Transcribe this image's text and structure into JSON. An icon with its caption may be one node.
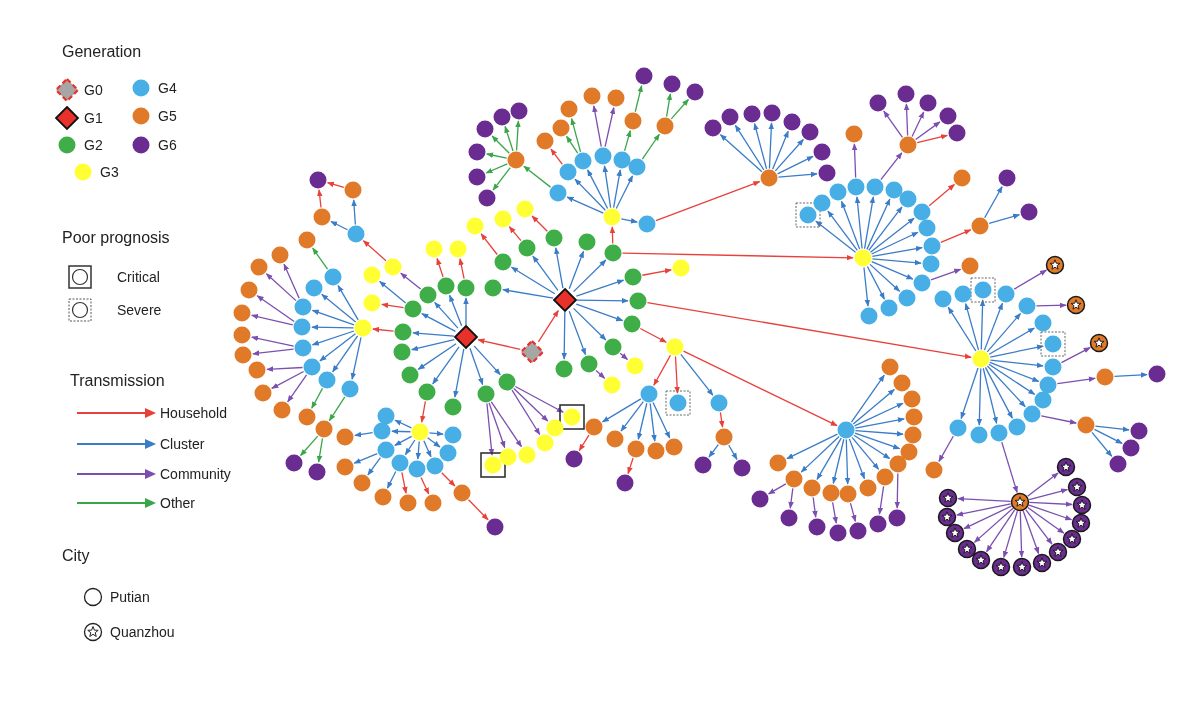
{
  "diagram": {
    "nodes": [
      {
        "text": [],
        "shape": "diamond"
      },
      {
        "text": [],
        "shape": "diamond"
      },
      {
        "text": [],
        "shape": "diamond"
      },
      {
        "text": [],
        "shape": "circle"
      },
      {
        "text": [],
        "shape": "circle"
      },
      {
        "text": [],
        "shape": "circle"
      },
      {
        "text": [],
        "shape": "circle"
      },
      {
        "text": [],
        "shape": "circle"
      },
      {
        "text": [],
        "shape": "circle"
      },
      {
        "text": [],
        "shape": "circle"
      },
      {
        "text": [],
        "shape": "circle"
      },
      {
        "text": [],
        "shape": "circle"
      },
      {
        "text": [],
        "shape": "circle"
      },
      {
        "text": [],
        "shape": "circle"
      },
      {
        "text": [],
        "shape": "circle"
      },
      {
        "text": [],
        "shape": "circle"
      },
      {
        "text": [],
        "shape": "circle"
      },
      {
        "text": [],
        "shape": "circle"
      },
      {
        "text": [],
        "shape": "circle"
      },
      {
        "text": [],
        "shape": "circle"
      },
      {
        "text": [],
        "shape": "circle"
      },
      {
        "text": [],
        "shape": "circle"
      },
      {
        "text": [],
        "shape": "circle"
      },
      {
        "text": [],
        "shape": "circle"
      },
      {
        "text": [],
        "shape": "circle"
      },
      {
        "text": [],
        "shape": "circle"
      },
      {
        "text": [],
        "shape": "circle"
      },
      {
        "text": [],
        "shape": "circle"
      },
      {
        "text": [],
        "shape": "circle"
      },
      {
        "text": [],
        "shape": "circle"
      },
      {
        "text": [],
        "shape": "circle"
      },
      {
        "text": [],
        "shape": "circle"
      },
      {
        "text": [],
        "shape": "circle"
      },
      {
        "text": [],
        "shape": "circle"
      },
      {
        "text": [],
        "shape": "circle"
      },
      {
        "text": [],
        "shape": "circle"
      },
      {
        "text": [],
        "shape": "circle"
      },
      {
        "text": [],
        "shape": "circle"
      },
      {
        "text": [],
        "shape": "circle"
      },
      {
        "text": [],
        "shape": "circle"
      },
      {
        "text": [],
        "shape": "circle"
      },
      {
        "text": [],
        "shape": "circle"
      },
      {
        "text": [],
        "shape": "circle"
      },
      {
        "text": [],
        "shape": "circle"
      },
      {
        "text": [],
        "shape": "circle"
      },
      {
        "text": [],
        "shape": "circle"
      },
      {
        "text": [],
        "shape": "circle"
      },
      {
        "text": [],
        "shape": "circle"
      },
      {
        "text": [],
        "shape": "circle"
      },
      {
        "text": [],
        "shape": "circle"
      },
      {
        "text": [],
        "shape": "circle"
      },
      {
        "text": [],
        "shape": "circle"
      },
      {
        "text": [],
        "shape": "circle"
      },
      {
        "text": [],
        "shape": "circle"
      },
      {
        "text": [],
        "shape": "circle"
      },
      {
        "text": [],
        "shape": "circle"
      },
      {
        "text": [],
        "shape": "circle"
      },
      {
        "text": [],
        "shape": "circle"
      },
      {
        "text": [],
        "shape": "circle"
      },
      {
        "text": [],
        "shape": "circle"
      },
      {
        "text": [],
        "shape": "circle"
      },
      {
        "text": [],
        "shape": "circle"
      },
      {
        "text": [],
        "shape": "circle"
      },
      {
        "text": [],
        "shape": "circle"
      },
      {
        "text": [],
        "shape": "circle"
      },
      {
        "text": [],
        "shape": "circle"
      },
      {
        "text": [],
        "shape": "circle"
      },
      {
        "text": [],
        "shape": "circle"
      },
      {
        "text": [],
        "shape": "circle"
      },
      {
        "text": [],
        "shape": "circle"
      },
      {
        "text": [],
        "shape": "circle"
      },
      {
        "text": [],
        "shape": "circle"
      },
      {
        "text": [],
        "shape": "circle"
      },
      {
        "text": [],
        "shape": "circle"
      },
      {
        "text": [],
        "shape": "circle"
      },
      {
        "text": [],
        "shape": "circle"
      },
      {
        "text": [],
        "shape": "circle"
      },
      {
        "text": [],
        "shape": "circle"
      },
      {
        "text": [],
        "shape": "circle"
      },
      {
        "text": [],
        "shape": "circle"
      },
      {
        "text": [],
        "shape": "circle"
      },
      {
        "text": [],
        "shape": "circle"
      },
      {
        "text": [],
        "shape": "circle"
      },
      {
        "text": [],
        "shape": "circle"
      },
      {
        "text": [],
        "shape": "circle"
      },
      {
        "text": [],
        "shape": "circle"
      },
      {
        "text": [],
        "shape": "circle"
      },
      {
        "text": [],
        "shape": "circle"
      },
      {
        "text": [],
        "shape": "circle"
      },
      {
        "text": [],
        "shape": "circle"
      },
      {
        "text": [],
        "shape": "circle"
      },
      {
        "text": [],
        "shape": "circle"
      },
      {
        "text": [],
        "shape": "circle"
      },
      {
        "text": [],
        "shape": "circle"
      },
      {
        "text": [],
        "shape": "circle"
      },
      {
        "text": [],
        "shape": "circle"
      },
      {
        "text": [],
        "shape": "circle"
      },
      {
        "text": [],
        "shape": "circle"
      },
      {
        "text": [],
        "shape": "circle"
      },
      {
        "text": [],
        "shape": "circle"
      },
      {
        "text": [],
        "shape": "circle"
      },
      {
        "text": [],
        "shape": "circle"
      },
      {
        "text": [],
        "shape": "circle"
      },
      {
        "text": [],
        "shape": "circle"
      },
      {
        "text": [],
        "shape": "circle"
      },
      {
        "text": [],
        "shape": "circle"
      },
      {
        "text": [],
        "shape": "circle"
      },
      {
        "text": [],
        "shape": "circle"
      },
      {
        "text": [],
        "shape": "circle"
      },
      {
        "text": [],
        "shape": "circle"
      },
      {
        "text": [],
        "shape": "circle"
      },
      {
        "text": [],
        "shape": "circle"
      },
      {
        "text": [],
        "shape": "circle"
      },
      {
        "text": [],
        "shape": "circle"
      },
      {
        "text": [],
        "shape": "circle"
      },
      {
        "text": [],
        "shape": "circle"
      },
      {
        "text": [],
        "shape": "circle"
      },
      {
        "text": [],
        "shape": "circle"
      },
      {
        "text": [],
        "shape": "circle"
      },
      {
        "text": [],
        "shape": "circle"
      },
      {
        "text": [],
        "shape": "circle"
      },
      {
        "text": [],
        "shape": "circle"
      },
      {
        "text": [],
        "shape": "circle"
      },
      {
        "text": [],
        "shape": "circle"
      },
      {
        "text": [],
        "shape": "circle"
      },
      {
        "text": [],
        "shape": "circle"
      },
      {
        "text": [],
        "shape": "circle"
      },
      {
        "text": [],
        "shape": "circle"
      },
      {
        "text": [],
        "shape": "circle"
      },
      {
        "text": [],
        "shape": "circle"
      },
      {
        "text": [],
        "shape": "circle"
      },
      {
        "text": [],
        "shape": "circle"
      },
      {
        "text": [],
        "shape": "circle"
      },
      {
        "text": [],
        "shape": "circle"
      },
      {
        "text": [],
        "shape": "circle"
      },
      {
        "text": [],
        "shape": "circle"
      },
      {
        "text": [],
        "shape": "circle"
      },
      {
        "text": [],
        "shape": "circle"
      },
      {
        "text": [],
        "shape": "circle"
      },
      {
        "text": [],
        "shape": "circle"
      },
      {
        "text": [],
        "shape": "circle"
      },
      {
        "text": [],
        "shape": "circle"
      },
      {
        "text": [],
        "shape": "circle"
      },
      {
        "text": [],
        "shape": "circle"
      },
      {
        "text": [],
        "shape": "circle"
      },
      {
        "text": [],
        "shape": "circle"
      },
      {
        "text": [],
        "shape": "circle"
      },
      {
        "text": [],
        "shape": "circle"
      },
      {
        "text": [],
        "shape": "circle"
      },
      {
        "text": [],
        "shape": "circle"
      },
      {
        "text": [],
        "shape": "circle"
      },
      {
        "text": [],
        "shape": "circle"
      },
      {
        "text": [],
        "shape": "circle"
      },
      {
        "text": [],
        "shape": "circle"
      },
      {
        "text": [],
        "shape": "circle"
      },
      {
        "text": [],
        "shape": "circle"
      },
      {
        "text": [],
        "shape": "circle"
      },
      {
        "text": [],
        "shape": "circle"
      },
      {
        "text": [],
        "shape": "circle"
      },
      {
        "text": [],
        "shape": "circle"
      },
      {
        "text": [],
        "shape": "circle"
      },
      {
        "text": [],
        "shape": "circle"
      },
      {
        "text": [],
        "shape": "circle"
      },
      {
        "text": [],
        "shape": "circle"
      },
      {
        "text": [],
        "shape": "circle"
      },
      {
        "text": [],
        "shape": "circle"
      },
      {
        "text": [],
        "shape": "circle"
      },
      {
        "text": [],
        "shape": "circle"
      },
      {
        "text": [],
        "shape": "circle"
      },
      {
        "text": [],
        "shape": "circle"
      },
      {
        "text": [],
        "shape": "circle"
      },
      {
        "text": [],
        "shape": "circle"
      },
      {
        "text": [],
        "shape": "circle"
      },
      {
        "text": [],
        "shape": "circle"
      },
      {
        "text": [],
        "shape": "circle"
      },
      {
        "text": [],
        "shape": "circle"
      },
      {
        "text": [],
        "shape": "circle"
      },
      {
        "text": [],
        "shape": "circle"
      },
      {
        "text": [],
        "shape": "circle"
      },
      {
        "text": [],
        "shape": "circle"
      },
      {
        "text": [],
        "shape": "circle"
      },
      {
        "text": [],
        "shape": "circle"
      },
      {
        "text": [],
        "shape": "circle"
      },
      {
        "text": [],
        "shape": "circle"
      },
      {
        "text": [],
        "shape": "circle"
      },
      {
        "text": [],
        "shape": "circle"
      },
      {
        "text": [],
        "shape": "circle"
      },
      {
        "text": [],
        "shape": "circle"
      },
      {
        "text": [],
        "shape": "circle"
      },
      {
        "text": [],
        "shape": "circle"
      },
      {
        "text": [],
        "shape": "circle"
      },
      {
        "text": [],
        "shape": "circle"
      },
      {
        "text": [],
        "shape": "circle"
      },
      {
        "text": [],
        "shape": "circle"
      },
      {
        "text": [],
        "shape": "circle"
      },
      {
        "text": [],
        "shape": "circle"
      },
      {
        "text": [],
        "shape": "circle"
      },
      {
        "text": [],
        "shape": "circle"
      },
      {
        "text": [],
        "shape": "circle"
      },
      {
        "text": [],
        "shape": "circle"
      },
      {
        "text": [],
        "shape": "circle"
      },
      {
        "text": [],
        "shape": "circle"
      },
      {
        "text": [],
        "shape": "circle"
      },
      {
        "text": [],
        "shape": "circle"
      },
      {
        "text": [],
        "shape": "circle"
      },
      {
        "text": [],
        "shape": "circle"
      },
      {
        "text": [],
        "shape": "circle"
      },
      {
        "text": [],
        "shape": "circle"
      },
      {
        "text": [],
        "shape": "circle"
      },
      {
        "text": [],
        "shape": "circle"
      },
      {
        "text": [],
        "shape": "circle"
      },
      {
        "text": [],
        "shape": "circle"
      },
      {
        "text": [],
        "shape": "circle"
      },
      {
        "text": [],
        "shape": "circle"
      },
      {
        "text": [],
        "shape": "circle"
      },
      {
        "text": [],
        "shape": "circle"
      },
      {
        "text": [],
        "shape": "circle"
      },
      {
        "text": [],
        "shape": "circle"
      },
      {
        "text": [],
        "shape": "circle"
      },
      {
        "text": [],
        "shape": "circle"
      },
      {
        "text": [],
        "shape": "circle"
      },
      {
        "text": [],
        "shape": "circle"
      },
      {
        "text": [],
        "shape": "circle"
      },
      {
        "text": [],
        "shape": "circle"
      },
      {
        "text": [],
        "shape": "circle"
      },
      {
        "text": [],
        "shape": "circle"
      }
    ],
    "edges": [
      {
        "from": 0,
        "to": 1,
        "arrow": "to",
        "color": "#e8413b"
      },
      {
        "from": 0,
        "to": 2,
        "arrow": "to",
        "color": "#e8413b"
      },
      {
        "from": 1,
        "to": 3,
        "arrow": "to"
      },
      {
        "from": 1,
        "to": 4,
        "arrow": "to"
      },
      {
        "from": 1,
        "to": 5,
        "arrow": "to"
      },
      {
        "from": 1,
        "to": 6,
        "arrow": "to"
      },
      {
        "from": 1,
        "to": 7,
        "arrow": "to"
      },
      {
        "from": 1,
        "to": 8,
        "arrow": "to"
      },
      {
        "from": 1,
        "to": 9,
        "arrow": "to"
      },
      {
        "from": 1,
        "to": 10,
        "arrow": "to"
      },
      {
        "from": 1,
        "to": 11,
        "arrow": "to"
      },
      {
        "from": 1,
        "to": 12,
        "arrow": "to"
      },
      {
        "from": 1,
        "to": 13,
        "arrow": "to"
      },
      {
        "from": 4,
        "to": 14,
        "arrow": "to",
        "color": "#e8413b"
      },
      {
        "from": 5,
        "to": 15,
        "arrow": "to",
        "color": "#e8413b"
      },
      {
        "from": 3,
        "to": 16,
        "arrow": "to",
        "color": "#7b4fb0"
      },
      {
        "from": 6,
        "to": 17,
        "arrow": "to"
      },
      {
        "from": 6,
        "to": 18,
        "arrow": "to",
        "color": "#e8413b"
      },
      {
        "from": 7,
        "to": 19,
        "arrow": "to",
        "color": "#e8413b"
      },
      {
        "from": 10,
        "to": 20,
        "arrow": "to",
        "color": "#e8413b"
      },
      {
        "from": 12,
        "to": 21,
        "arrow": "to",
        "color": "#7b4fb0"
      },
      {
        "from": 12,
        "to": 22,
        "arrow": "to",
        "color": "#7b4fb0"
      },
      {
        "from": 12,
        "to": 23,
        "arrow": "to",
        "color": "#7b4fb0"
      },
      {
        "from": 13,
        "to": 24,
        "arrow": "to",
        "color": "#7b4fb0"
      },
      {
        "from": 13,
        "to": 25,
        "arrow": "to",
        "color": "#7b4fb0"
      },
      {
        "from": 13,
        "to": 26,
        "arrow": "to",
        "color": "#7b4fb0"
      },
      {
        "from": 16,
        "to": 27,
        "arrow": "to",
        "color": "#e8413b"
      },
      {
        "from": 27,
        "to": 28,
        "arrow": "to"
      },
      {
        "from": 27,
        "to": 29,
        "arrow": "to"
      },
      {
        "from": 28,
        "to": 30,
        "arrow": "to",
        "color": "#e8413b"
      },
      {
        "from": 29,
        "to": 30,
        "arrow": "to",
        "color": "#e8413b"
      },
      {
        "from": 19,
        "to": 31,
        "arrow": "to"
      },
      {
        "from": 19,
        "to": 32,
        "arrow": "to"
      },
      {
        "from": 19,
        "to": 33,
        "arrow": "to"
      },
      {
        "from": 19,
        "to": 34,
        "arrow": "to"
      },
      {
        "from": 19,
        "to": 35,
        "arrow": "to"
      },
      {
        "from": 19,
        "to": 36,
        "arrow": "to"
      },
      {
        "from": 19,
        "to": 37,
        "arrow": "to"
      },
      {
        "from": 19,
        "to": 38,
        "arrow": "to"
      },
      {
        "from": 31,
        "to": 39,
        "arrow": "to",
        "color": "#3aa64a"
      },
      {
        "from": 33,
        "to": 40,
        "arrow": "to",
        "color": "#7b4fb0"
      },
      {
        "from": 33,
        "to": 41,
        "arrow": "to",
        "color": "#7b4fb0"
      },
      {
        "from": 34,
        "to": 42,
        "arrow": "to",
        "color": "#7b4fb0"
      },
      {
        "from": 34,
        "to": 43,
        "arrow": "to",
        "color": "#7b4fb0"
      },
      {
        "from": 35,
        "to": 44,
        "arrow": "to",
        "color": "#7b4fb0"
      },
      {
        "from": 35,
        "to": 45,
        "arrow": "to",
        "color": "#7b4fb0"
      },
      {
        "from": 36,
        "to": 46,
        "arrow": "to",
        "color": "#7b4fb0"
      },
      {
        "from": 36,
        "to": 47,
        "arrow": "to",
        "color": "#7b4fb0"
      },
      {
        "from": 36,
        "to": 48,
        "arrow": "to",
        "color": "#7b4fb0"
      },
      {
        "from": 37,
        "to": 49,
        "arrow": "to",
        "color": "#3aa64a"
      },
      {
        "from": 38,
        "to": 50,
        "arrow": "to",
        "color": "#3aa64a"
      },
      {
        "from": 50,
        "to": 51,
        "arrow": "to",
        "color": "#3aa64a"
      },
      {
        "from": 50,
        "to": 52,
        "arrow": "to",
        "color": "#3aa64a"
      },
      {
        "from": 20,
        "to": 53,
        "arrow": "to"
      },
      {
        "from": 20,
        "to": 54,
        "arrow": "to"
      },
      {
        "from": 20,
        "to": 55,
        "arrow": "to"
      },
      {
        "from": 20,
        "to": 56,
        "arrow": "to"
      },
      {
        "from": 20,
        "to": 57,
        "arrow": "to"
      },
      {
        "from": 20,
        "to": 58,
        "arrow": "to"
      },
      {
        "from": 20,
        "to": 59,
        "arrow": "to"
      },
      {
        "from": 20,
        "to": 60,
        "arrow": "to"
      },
      {
        "from": 54,
        "to": 61,
        "arrow": "to"
      },
      {
        "from": 55,
        "to": 62,
        "arrow": "to"
      },
      {
        "from": 55,
        "to": 63,
        "arrow": "to"
      },
      {
        "from": 56,
        "to": 64,
        "arrow": "to"
      },
      {
        "from": 56,
        "to": 65,
        "arrow": "to",
        "color": "#e8413b"
      },
      {
        "from": 57,
        "to": 66,
        "arrow": "to",
        "color": "#e8413b"
      },
      {
        "from": 58,
        "to": 67,
        "arrow": "to",
        "color": "#e8413b"
      },
      {
        "from": 67,
        "to": 68,
        "arrow": "to",
        "color": "#e8413b"
      },
      {
        "from": 2,
        "to": 69,
        "arrow": "to"
      },
      {
        "from": 2,
        "to": 70,
        "arrow": "to"
      },
      {
        "from": 2,
        "to": 71,
        "arrow": "to"
      },
      {
        "from": 2,
        "to": 72,
        "arrow": "to"
      },
      {
        "from": 2,
        "to": 73,
        "arrow": "to"
      },
      {
        "from": 2,
        "to": 74,
        "arrow": "to"
      },
      {
        "from": 2,
        "to": 75,
        "arrow": "to"
      },
      {
        "from": 2,
        "to": 76,
        "arrow": "to"
      },
      {
        "from": 2,
        "to": 77,
        "arrow": "to"
      },
      {
        "from": 2,
        "to": 78,
        "arrow": "to"
      },
      {
        "from": 2,
        "to": 79,
        "arrow": "to"
      },
      {
        "from": 2,
        "to": 80,
        "arrow": "to"
      },
      {
        "from": 70,
        "to": 81,
        "arrow": "to",
        "color": "#e8413b"
      },
      {
        "from": 71,
        "to": 82,
        "arrow": "to",
        "color": "#e8413b"
      },
      {
        "from": 72,
        "to": 83,
        "arrow": "to",
        "color": "#e8413b"
      },
      {
        "from": 74,
        "to": 84,
        "arrow": "to",
        "color": "#e8413b"
      },
      {
        "from": 74,
        "to": 85,
        "arrow": "to",
        "color": "#e8413b"
      },
      {
        "from": 75,
        "to": 86,
        "arrow": "to",
        "color": "#e8413b"
      },
      {
        "from": 76,
        "to": 87,
        "arrow": "to",
        "color": "#e8413b"
      },
      {
        "from": 77,
        "to": 88,
        "arrow": "to",
        "color": "#e8413b"
      },
      {
        "from": 78,
        "to": 89,
        "arrow": "to",
        "color": "#7b4fb0"
      },
      {
        "from": 79,
        "to": 90,
        "arrow": "to",
        "color": "#7b4fb0"
      },
      {
        "from": 88,
        "to": 91,
        "arrow": "to",
        "color": "#e8413b"
      },
      {
        "from": 88,
        "to": 92,
        "arrow": "to",
        "color": "#e8413b"
      },
      {
        "from": 88,
        "to": 93,
        "arrow": "to"
      },
      {
        "from": 88,
        "to": 94,
        "arrow": "to",
        "color": "#e8413b"
      },
      {
        "from": 91,
        "to": 95,
        "arrow": "to"
      },
      {
        "from": 91,
        "to": 96,
        "arrow": "to"
      },
      {
        "from": 91,
        "to": 97,
        "arrow": "to"
      },
      {
        "from": 91,
        "to": 98,
        "arrow": "to"
      },
      {
        "from": 91,
        "to": 99,
        "arrow": "to"
      },
      {
        "from": 95,
        "to": 100,
        "arrow": "to",
        "color": "#e8413b"
      },
      {
        "from": 97,
        "to": 101,
        "arrow": "to",
        "color": "#e8413b"
      },
      {
        "from": 93,
        "to": 102,
        "arrow": "to",
        "color": "#e8413b"
      },
      {
        "from": 102,
        "to": 103,
        "arrow": "to"
      },
      {
        "from": 102,
        "to": 104,
        "arrow": "to"
      },
      {
        "from": 94,
        "to": 105,
        "arrow": "to"
      },
      {
        "from": 94,
        "to": 106,
        "arrow": "to"
      },
      {
        "from": 94,
        "to": 107,
        "arrow": "to"
      },
      {
        "from": 94,
        "to": 108,
        "arrow": "to"
      },
      {
        "from": 94,
        "to": 109,
        "arrow": "to"
      },
      {
        "from": 94,
        "to": 110,
        "arrow": "to"
      },
      {
        "from": 94,
        "to": 111,
        "arrow": "to"
      },
      {
        "from": 94,
        "to": 112,
        "arrow": "to"
      },
      {
        "from": 94,
        "to": 113,
        "arrow": "to"
      },
      {
        "from": 94,
        "to": 114,
        "arrow": "to"
      },
      {
        "from": 94,
        "to": 115,
        "arrow": "to"
      },
      {
        "from": 94,
        "to": 116,
        "arrow": "to"
      },
      {
        "from": 94,
        "to": 117,
        "arrow": "to"
      },
      {
        "from": 94,
        "to": 118,
        "arrow": "to"
      },
      {
        "from": 117,
        "to": 119,
        "arrow": "to",
        "color": "#7b4fb0"
      },
      {
        "from": 117,
        "to": 120,
        "arrow": "to",
        "color": "#7b4fb0"
      },
      {
        "from": 116,
        "to": 121,
        "arrow": "to",
        "color": "#7b4fb0"
      },
      {
        "from": 115,
        "to": 122,
        "arrow": "to",
        "color": "#7b4fb0"
      },
      {
        "from": 114,
        "to": 123,
        "arrow": "to",
        "color": "#7b4fb0"
      },
      {
        "from": 112,
        "to": 124,
        "arrow": "to",
        "color": "#7b4fb0"
      },
      {
        "from": 111,
        "to": 125,
        "arrow": "to",
        "color": "#7b4fb0"
      },
      {
        "from": 84,
        "to": 126,
        "arrow": "to"
      },
      {
        "from": 84,
        "to": 127,
        "arrow": "to"
      },
      {
        "from": 84,
        "to": 128,
        "arrow": "to"
      },
      {
        "from": 84,
        "to": 129,
        "arrow": "to"
      },
      {
        "from": 84,
        "to": 130,
        "arrow": "to"
      },
      {
        "from": 84,
        "to": 131,
        "arrow": "to"
      },
      {
        "from": 84,
        "to": 132,
        "arrow": "to"
      },
      {
        "from": 126,
        "to": 133,
        "arrow": "to",
        "color": "#3aa64a"
      },
      {
        "from": 127,
        "to": 134,
        "arrow": "to",
        "color": "#e8413b"
      },
      {
        "from": 128,
        "to": 135,
        "arrow": "to",
        "color": "#3aa64a"
      },
      {
        "from": 128,
        "to": 136,
        "arrow": "to",
        "color": "#3aa64a"
      },
      {
        "from": 129,
        "to": 137,
        "arrow": "to",
        "color": "#7b4fb0"
      },
      {
        "from": 129,
        "to": 138,
        "arrow": "to",
        "color": "#7b4fb0"
      },
      {
        "from": 130,
        "to": 139,
        "arrow": "to",
        "color": "#3aa64a"
      },
      {
        "from": 131,
        "to": 140,
        "arrow": "to",
        "color": "#3aa64a"
      },
      {
        "from": 132,
        "to": 141,
        "arrow": "to",
        "color": "#e8413b"
      },
      {
        "from": 133,
        "to": 142,
        "arrow": "to",
        "color": "#3aa64a"
      },
      {
        "from": 133,
        "to": 143,
        "arrow": "to",
        "color": "#3aa64a"
      },
      {
        "from": 133,
        "to": 144,
        "arrow": "to",
        "color": "#3aa64a"
      },
      {
        "from": 133,
        "to": 145,
        "arrow": "to",
        "color": "#3aa64a"
      },
      {
        "from": 133,
        "to": 146,
        "arrow": "to",
        "color": "#3aa64a"
      },
      {
        "from": 133,
        "to": 147,
        "arrow": "to",
        "color": "#3aa64a"
      },
      {
        "from": 139,
        "to": 148,
        "arrow": "to",
        "color": "#3aa64a"
      },
      {
        "from": 140,
        "to": 149,
        "arrow": "to",
        "color": "#3aa64a"
      },
      {
        "from": 140,
        "to": 150,
        "arrow": "to",
        "color": "#3aa64a"
      },
      {
        "from": 141,
        "to": 151,
        "arrow": "to"
      },
      {
        "from": 141,
        "to": 152,
        "arrow": "to"
      },
      {
        "from": 141,
        "to": 153,
        "arrow": "to"
      },
      {
        "from": 141,
        "to": 154,
        "arrow": "to"
      },
      {
        "from": 141,
        "to": 155,
        "arrow": "to"
      },
      {
        "from": 141,
        "to": 156,
        "arrow": "to"
      },
      {
        "from": 141,
        "to": 157,
        "arrow": "to"
      },
      {
        "from": 141,
        "to": 158,
        "arrow": "to"
      },
      {
        "from": 85,
        "to": 159,
        "arrow": "to"
      },
      {
        "from": 85,
        "to": 160,
        "arrow": "to"
      },
      {
        "from": 85,
        "to": 161,
        "arrow": "to"
      },
      {
        "from": 85,
        "to": 162,
        "arrow": "to"
      },
      {
        "from": 85,
        "to": 163,
        "arrow": "to"
      },
      {
        "from": 85,
        "to": 164,
        "arrow": "to"
      },
      {
        "from": 85,
        "to": 165,
        "arrow": "to"
      },
      {
        "from": 85,
        "to": 166,
        "arrow": "to"
      },
      {
        "from": 85,
        "to": 167,
        "arrow": "to"
      },
      {
        "from": 85,
        "to": 168,
        "arrow": "to"
      },
      {
        "from": 85,
        "to": 169,
        "arrow": "to"
      },
      {
        "from": 85,
        "to": 170,
        "arrow": "to"
      },
      {
        "from": 85,
        "to": 171,
        "arrow": "to"
      },
      {
        "from": 85,
        "to": 172,
        "arrow": "to"
      },
      {
        "from": 85,
        "to": 173,
        "arrow": "to"
      },
      {
        "from": 162,
        "to": 174,
        "arrow": "to",
        "color": "#7b4fb0"
      },
      {
        "from": 163,
        "to": 175,
        "arrow": "to",
        "color": "#7b4fb0"
      },
      {
        "from": 175,
        "to": 176,
        "arrow": "to",
        "color": "#7b4fb0"
      },
      {
        "from": 175,
        "to": 177,
        "arrow": "to",
        "color": "#7b4fb0"
      },
      {
        "from": 175,
        "to": 178,
        "arrow": "to",
        "color": "#7b4fb0"
      },
      {
        "from": 175,
        "to": 179,
        "arrow": "to",
        "color": "#7b4fb0"
      },
      {
        "from": 175,
        "to": 180,
        "arrow": "to",
        "color": "#e8413b"
      },
      {
        "from": 166,
        "to": 181,
        "arrow": "to",
        "color": "#e8413b"
      },
      {
        "from": 168,
        "to": 182,
        "arrow": "to",
        "color": "#e8413b"
      },
      {
        "from": 182,
        "to": 183,
        "arrow": "to"
      },
      {
        "from": 182,
        "to": 184,
        "arrow": "to"
      },
      {
        "from": 170,
        "to": 185,
        "arrow": "to",
        "color": "#7b4fb0"
      },
      {
        "from": 87,
        "to": 186,
        "arrow": "to"
      },
      {
        "from": 87,
        "to": 187,
        "arrow": "to"
      },
      {
        "from": 87,
        "to": 188,
        "arrow": "to"
      },
      {
        "from": 87,
        "to": 189,
        "arrow": "to"
      },
      {
        "from": 87,
        "to": 190,
        "arrow": "to"
      },
      {
        "from": 87,
        "to": 191,
        "arrow": "to"
      },
      {
        "from": 87,
        "to": 192,
        "arrow": "to"
      },
      {
        "from": 87,
        "to": 193,
        "arrow": "to"
      },
      {
        "from": 87,
        "to": 194,
        "arrow": "to"
      },
      {
        "from": 87,
        "to": 195,
        "arrow": "to"
      },
      {
        "from": 87,
        "to": 196,
        "arrow": "to"
      },
      {
        "from": 87,
        "to": 197,
        "arrow": "to"
      },
      {
        "from": 87,
        "to": 198,
        "arrow": "to"
      },
      {
        "from": 87,
        "to": 199,
        "arrow": "to"
      },
      {
        "from": 87,
        "to": 200,
        "arrow": "to"
      },
      {
        "from": 189,
        "to": 201,
        "arrow": "to",
        "color": "#7b4fb0"
      },
      {
        "from": 190,
        "to": 202,
        "arrow": "to",
        "color": "#7b4fb0"
      },
      {
        "from": 193,
        "to": 203,
        "arrow": "to",
        "color": "#7b4fb0"
      },
      {
        "from": 194,
        "to": 204,
        "arrow": "to",
        "color": "#7b4fb0"
      },
      {
        "from": 204,
        "to": 205,
        "arrow": "to"
      },
      {
        "from": 196,
        "to": 206,
        "arrow": "to",
        "color": "#7b4fb0"
      },
      {
        "from": 206,
        "to": 207,
        "arrow": "to"
      },
      {
        "from": 206,
        "to": 208,
        "arrow": "to"
      },
      {
        "from": 206,
        "to": 209,
        "arrow": "to"
      },
      {
        "from": 200,
        "to": 210,
        "arrow": "to",
        "color": "#7b4fb0"
      },
      {
        "from": 198,
        "to": 211,
        "arrow": "to",
        "color": "#7b4fb0"
      },
      {
        "from": 211,
        "to": 212,
        "arrow": "to",
        "color": "#7b4fb0"
      },
      {
        "from": 211,
        "to": 213,
        "arrow": "to",
        "color": "#7b4fb0"
      },
      {
        "from": 211,
        "to": 214,
        "arrow": "to",
        "color": "#7b4fb0"
      },
      {
        "from": 211,
        "to": 215,
        "arrow": "to",
        "color": "#7b4fb0"
      },
      {
        "from": 211,
        "to": 216,
        "arrow": "to",
        "color": "#7b4fb0"
      },
      {
        "from": 211,
        "to": 217,
        "arrow": "to",
        "color": "#7b4fb0"
      },
      {
        "from": 211,
        "to": 218,
        "arrow": "to",
        "color": "#7b4fb0"
      },
      {
        "from": 211,
        "to": 219,
        "arrow": "to",
        "color": "#7b4fb0"
      },
      {
        "from": 211,
        "to": 220,
        "arrow": "to",
        "color": "#7b4fb0"
      },
      {
        "from": 211,
        "to": 221,
        "arrow": "to",
        "color": "#7b4fb0"
      },
      {
        "from": 211,
        "to": 222,
        "arrow": "to",
        "color": "#7b4fb0"
      },
      {
        "from": 211,
        "to": 223,
        "arrow": "to",
        "color": "#7b4fb0"
      },
      {
        "from": 211,
        "to": 224,
        "arrow": "to",
        "color": "#7b4fb0"
      },
      {
        "from": 211,
        "to": 225,
        "arrow": "to",
        "color": "#7b4fb0"
      }
    ],
    "labels": [
      "Generation",
      "Poor prognosis",
      "Transmission",
      "City"
    ],
    "legend": [
      {
        "text": "G0",
        "color": "#a6a6a6"
      },
      {
        "text": "G1",
        "color": "#e8312a"
      },
      {
        "text": "G2",
        "color": "#3fae49"
      },
      {
        "text": "G3",
        "color": "#ffff33"
      },
      {
        "text": "G4",
        "color": "#47aee6"
      },
      {
        "text": "G5",
        "color": "#e07a28"
      },
      {
        "text": "G6",
        "color": "#6a2c91"
      },
      {
        "text": "Critical"
      },
      {
        "text": "Severe"
      },
      {
        "text": "Household",
        "color": "#e8413b"
      },
      {
        "text": "Cluster",
        "color": "#3a7cc7"
      },
      {
        "text": "Community",
        "color": "#7b4fb0"
      },
      {
        "text": "Other",
        "color": "#3aa64a"
      },
      {
        "text": "Putian"
      },
      {
        "text": "Quanzhou"
      }
    ]
  }
}
